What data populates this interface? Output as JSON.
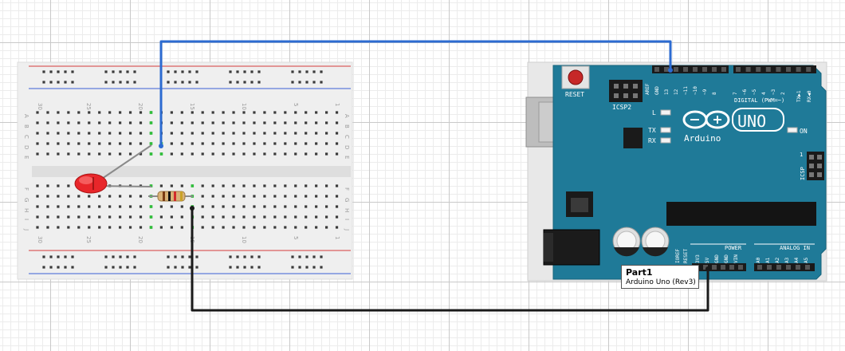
{
  "breadboard": {
    "col_numbers_top": [
      "30",
      "25",
      "20",
      "15",
      "10",
      "5",
      "1"
    ],
    "col_numbers_bottom": [
      "30",
      "25",
      "20",
      "15",
      "10",
      "5",
      "1"
    ],
    "row_letters_top": [
      "A",
      "B",
      "C",
      "D",
      "E"
    ],
    "row_letters_bottom": [
      "F",
      "G",
      "H",
      "I",
      "J"
    ]
  },
  "arduino": {
    "reset_label": "RESET",
    "icsp2_label": "ICSP2",
    "digital_label": "DIGITAL (PWM=~)",
    "digital_pins": [
      "AREF",
      "GND",
      "13",
      "12",
      "~11",
      "~10",
      "~9",
      "8",
      "7",
      "~6",
      "~5",
      "4",
      "~3",
      "2",
      "TX▶1",
      "RX◀0"
    ],
    "l_label": "L",
    "tx_label": "TX",
    "rx_label": "RX",
    "on_label": "ON",
    "brand": "Arduino",
    "model": "UNO",
    "icsp_label": "ICSP",
    "icsp_num": "1",
    "power_label": "POWER",
    "power_pins": [
      "IOREF",
      "RESET",
      "3V3",
      "5V",
      "GND",
      "GND",
      "VIN"
    ],
    "analog_label": "ANALOG IN",
    "analog_pins": [
      "A0",
      "A1",
      "A2",
      "A3",
      "A4",
      "A5"
    ]
  },
  "tooltip": {
    "title": "Part1",
    "subtitle": "Arduino Uno (Rev3)"
  },
  "colors": {
    "wire_blue": "#2c6bd1",
    "wire_black": "#1a1a1a",
    "board_teal": "#1f7a98",
    "led_red": "#e8262a",
    "breadboard": "#f0f0f0"
  }
}
